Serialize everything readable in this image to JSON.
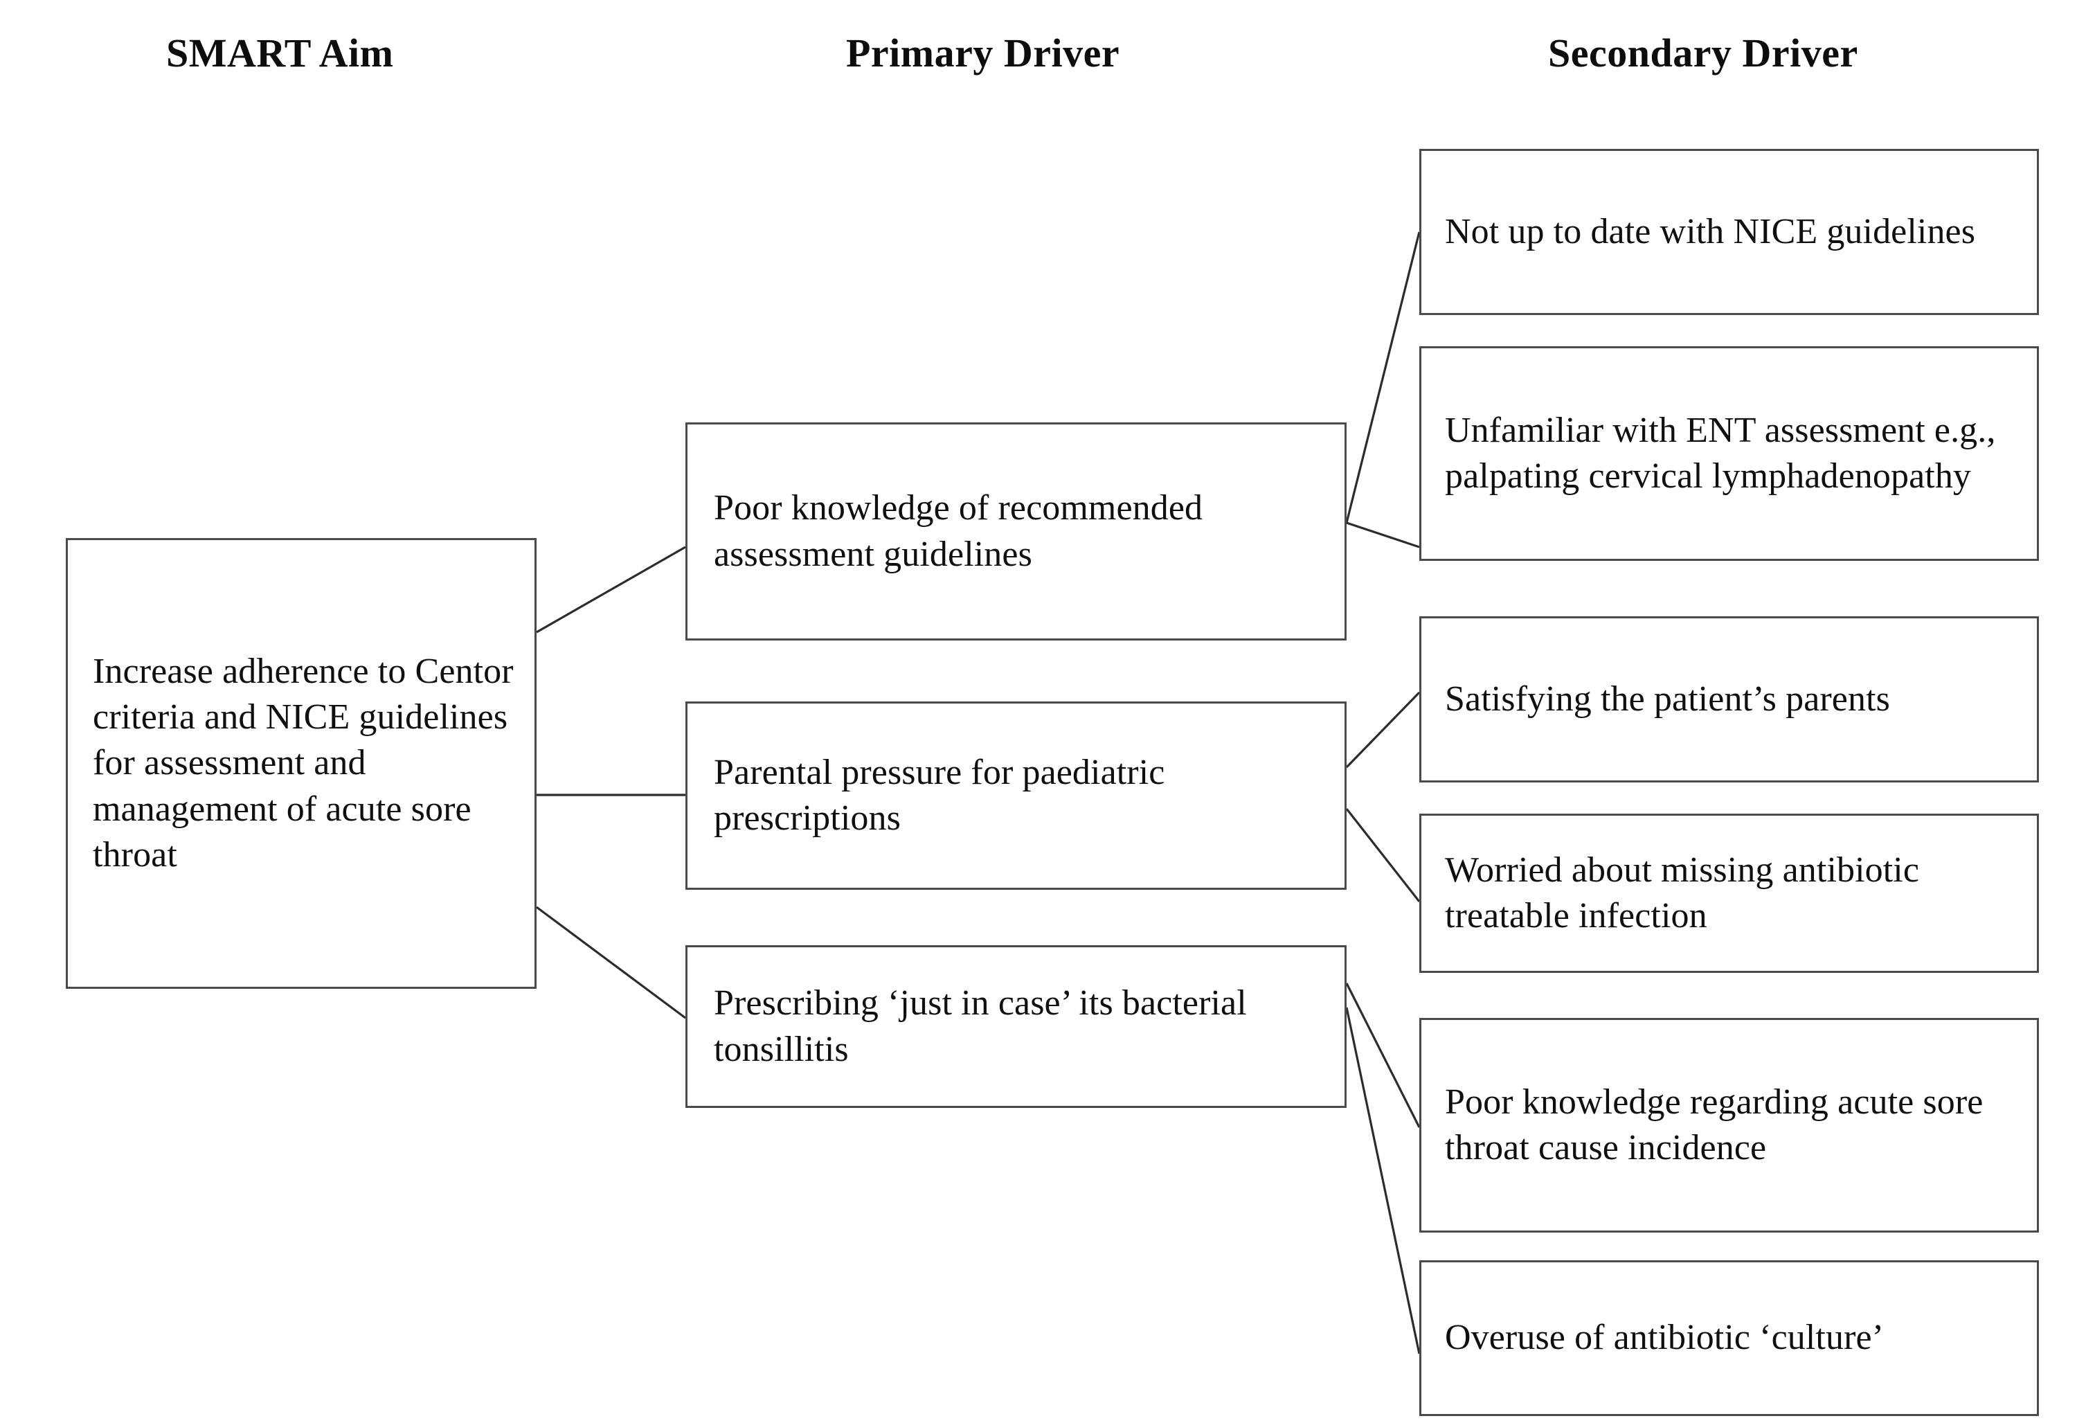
{
  "diagram": {
    "type": "driver-diagram",
    "columns": [
      {
        "id": "smart-aim",
        "title": "SMART Aim"
      },
      {
        "id": "primary-driver",
        "title": "Primary Driver"
      },
      {
        "id": "secondary-driver",
        "title": "Secondary Driver"
      }
    ],
    "aim": {
      "id": "aim-0",
      "text": "Increase adherence to Centor criteria and NICE guidelines for assessment and management of acute sore throat"
    },
    "primary_drivers": [
      {
        "id": "primary-0",
        "text": "Poor knowledge of recommended assessment guidelines"
      },
      {
        "id": "primary-1",
        "text": "Parental pressure for paediatric prescriptions"
      },
      {
        "id": "primary-2",
        "text": "Prescribing ‘just in case’ its bacterial tonsillitis"
      }
    ],
    "secondary_drivers": [
      {
        "id": "secondary-0",
        "text": "Not up to date with NICE guidelines"
      },
      {
        "id": "secondary-1",
        "text": "Unfamiliar with ENT assessment e.g., palpating cervical lymphadenopathy"
      },
      {
        "id": "secondary-2",
        "text": "Satisfying the patient’s parents"
      },
      {
        "id": "secondary-3",
        "text": "Worried about missing antibiotic treatable infection"
      },
      {
        "id": "secondary-4",
        "text": "Poor knowledge regarding acute sore throat cause incidence"
      },
      {
        "id": "secondary-5",
        "text": "Overuse of antibiotic ‘culture’"
      }
    ],
    "links": [
      {
        "from": "aim-0",
        "to": "primary-0"
      },
      {
        "from": "aim-0",
        "to": "primary-1"
      },
      {
        "from": "aim-0",
        "to": "primary-2"
      },
      {
        "from": "primary-0",
        "to": "secondary-0"
      },
      {
        "from": "primary-0",
        "to": "secondary-1"
      },
      {
        "from": "primary-1",
        "to": "secondary-2"
      },
      {
        "from": "primary-1",
        "to": "secondary-3"
      },
      {
        "from": "primary-2",
        "to": "secondary-4"
      },
      {
        "from": "primary-2",
        "to": "secondary-5"
      }
    ],
    "colors": {
      "background": "#ffffff",
      "box_border": "#4a4a4a",
      "connector": "#2c2c2c",
      "text": "#111111"
    }
  }
}
